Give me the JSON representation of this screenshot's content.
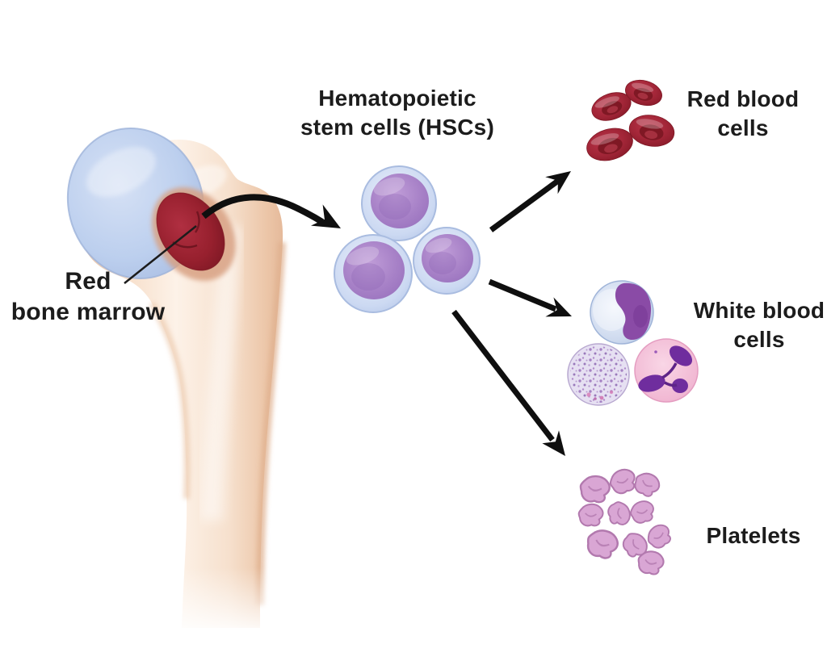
{
  "meta": {
    "description": "Diagram of red bone marrow hematopoietic stem cells differentiating into blood cells"
  },
  "labels": {
    "bone_marrow": "Red\nbone marrow",
    "stem_cells": "Hematopoietic\nstem cells (HSCs)",
    "red_blood_cells": "Red blood\ncells",
    "white_blood_cells": "White blood\ncells",
    "platelets": "Platelets"
  },
  "figure": {
    "stem_cell_count": 3,
    "red_blood_cell_count": 4,
    "white_blood_cell_count": 3,
    "platelet_count": 10,
    "arrow_targets": [
      "Red blood cells",
      "White blood cells",
      "Platelets"
    ]
  },
  "colors": {
    "background": "#ffffff",
    "text": "#1c1c1c",
    "arrow": "#0f0f0f",
    "bone": "#f3d7bf",
    "bone_light": "#fdf2e8",
    "bone_shadow": "#e6bb9c",
    "cartilage": "#bcceed",
    "cartilage_edge": "#9db3da",
    "marrow": "#97202e",
    "marrow_dark": "#5f1019",
    "stem_cell_membrane": "#c8d7f0",
    "stem_cell_nucleus": "#a781c7",
    "red_blood_cell": "#a32638",
    "red_blood_cell_dark": "#7c1723",
    "lymphocyte_body": "#cdd9ee",
    "lymphocyte_nucleus": "#8a4ba6",
    "granulocyte_body": "#e6e0f2",
    "granulocyte_granules": "#8f63b2",
    "neutrophil_body": "#f3bcd6",
    "neutrophil_nucleus": "#6f2d9e",
    "platelet": "#d9a6d4",
    "platelet_outline": "#b279ae"
  }
}
